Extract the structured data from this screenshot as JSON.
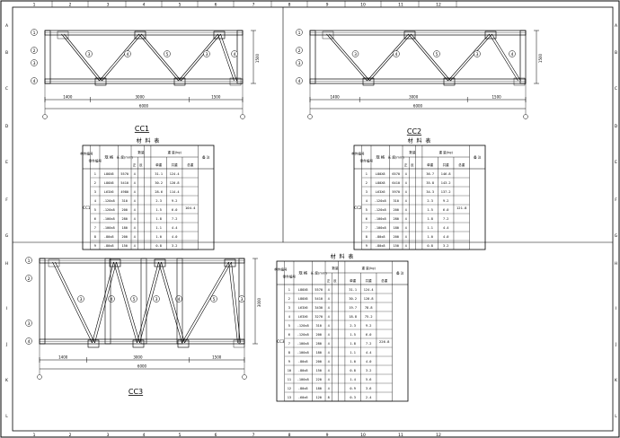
{
  "sheet": {
    "col_marks": [
      "1",
      "2",
      "3",
      "4",
      "5",
      "6",
      "7",
      "8",
      "9",
      "10",
      "11",
      "12"
    ],
    "row_marks": [
      "A",
      "B",
      "C",
      "D",
      "E",
      "F",
      "G",
      "H",
      "I",
      "J",
      "K",
      "L"
    ]
  },
  "drawings": [
    {
      "title": "CC1",
      "dims_bottom": [
        "1400",
        "3000",
        "1500"
      ],
      "dim_total": "6000",
      "dim_side": "1500",
      "table_title": "材 料 表",
      "table_head": {
        "mark": "构件编号",
        "part": "零件编号",
        "spec": "规 格",
        "len": "长 度(mm)",
        "qty": "数量",
        "wt": "重 量(kg)",
        "note": "备 注"
      },
      "sub_qty": [
        "正",
        "反"
      ],
      "sub_wt": [
        "单重",
        "共重",
        "总重"
      ],
      "member": "CC1",
      "total": "104.4",
      "rows": [
        [
          "1",
          "L80X8",
          "5570",
          "4",
          "",
          "31.1",
          "124.4"
        ],
        [
          "2",
          "L80X8",
          "5410",
          "4",
          "",
          "30.2",
          "120.8"
        ],
        [
          "3",
          "L63X6",
          "4980",
          "4",
          "",
          "28.6",
          "114.4"
        ],
        [
          "4",
          "-120x8",
          "310",
          "4",
          "",
          "2.3",
          "9.2"
        ],
        [
          "5",
          "-120x8",
          "200",
          "4",
          "",
          "1.5",
          "6.0"
        ],
        [
          "6",
          "-100x8",
          "280",
          "4",
          "",
          "1.8",
          "7.2"
        ],
        [
          "7",
          "-100x8",
          "180",
          "4",
          "",
          "1.1",
          "4.4"
        ],
        [
          "8",
          "-80x8",
          "200",
          "4",
          "",
          "1.0",
          "4.0"
        ],
        [
          "9",
          "-80x8",
          "150",
          "4",
          "",
          "0.8",
          "3.2"
        ]
      ]
    },
    {
      "title": "CC2",
      "dims_bottom": [
        "1400",
        "3000",
        "1500"
      ],
      "dim_total": "6000",
      "dim_side": "1500",
      "table_title": "材 料 表",
      "table_head": {
        "mark": "构件编号",
        "part": "零件编号",
        "spec": "规 格",
        "len": "长 度(mm)",
        "qty": "数量",
        "wt": "重 量(kg)",
        "note": "备 注"
      },
      "sub_qty": [
        "正",
        "反"
      ],
      "sub_wt": [
        "单重",
        "共重",
        "总重"
      ],
      "member": "CC2",
      "total": "121.8",
      "rows": [
        [
          "1",
          "L80X8",
          "6570",
          "4",
          "",
          "36.7",
          "146.8"
        ],
        [
          "2",
          "L80X8",
          "6410",
          "4",
          "",
          "35.8",
          "143.2"
        ],
        [
          "3",
          "L63X6",
          "5970",
          "4",
          "",
          "34.3",
          "137.2"
        ],
        [
          "4",
          "-120x8",
          "310",
          "4",
          "",
          "2.3",
          "9.2"
        ],
        [
          "5",
          "-120x8",
          "200",
          "4",
          "",
          "1.5",
          "6.0"
        ],
        [
          "6",
          "-100x8",
          "280",
          "4",
          "",
          "1.8",
          "7.2"
        ],
        [
          "7",
          "-100x8",
          "180",
          "4",
          "",
          "1.1",
          "4.4"
        ],
        [
          "8",
          "-80x8",
          "200",
          "4",
          "",
          "1.0",
          "4.0"
        ],
        [
          "9",
          "-80x8",
          "150",
          "4",
          "",
          "0.8",
          "3.2"
        ]
      ]
    },
    {
      "title": "CC3",
      "dims_bottom": [
        "1400",
        "3000",
        "1500"
      ],
      "dim_total": "6000",
      "dim_side": "3000",
      "table_title": "材 料 表",
      "table_head": {
        "mark": "构件编号",
        "part": "零件编号",
        "spec": "规 格",
        "len": "长 度(mm)",
        "qty": "数量",
        "wt": "重 量(kg)",
        "note": "备 注"
      },
      "sub_qty": [
        "正",
        "反"
      ],
      "sub_wt": [
        "单重",
        "共重",
        "总重"
      ],
      "member": "CC3",
      "total": "226.8",
      "rows": [
        [
          "1",
          "L80X8",
          "5570",
          "4",
          "",
          "31.1",
          "124.4"
        ],
        [
          "2",
          "L80X8",
          "5410",
          "4",
          "",
          "30.2",
          "120.8"
        ],
        [
          "3",
          "L63X6",
          "3430",
          "4",
          "",
          "19.7",
          "78.8"
        ],
        [
          "4",
          "L63X6",
          "3270",
          "4",
          "",
          "18.8",
          "75.2"
        ],
        [
          "5",
          "-120x8",
          "310",
          "4",
          "",
          "2.3",
          "9.2"
        ],
        [
          "6",
          "-120x8",
          "200",
          "4",
          "",
          "1.5",
          "6.0"
        ],
        [
          "7",
          "-100x8",
          "280",
          "4",
          "",
          "1.8",
          "7.2"
        ],
        [
          "8",
          "-100x8",
          "180",
          "4",
          "",
          "1.1",
          "4.4"
        ],
        [
          "9",
          "-80x8",
          "200",
          "4",
          "",
          "1.0",
          "4.0"
        ],
        [
          "10",
          "-80x8",
          "150",
          "4",
          "",
          "0.8",
          "3.2"
        ],
        [
          "11",
          "-100x8",
          "220",
          "4",
          "",
          "1.4",
          "5.6"
        ],
        [
          "12",
          "-80x8",
          "180",
          "4",
          "",
          "0.9",
          "3.6"
        ],
        [
          "13",
          "-60x6",
          "120",
          "8",
          "",
          "0.3",
          "2.4"
        ]
      ]
    }
  ]
}
